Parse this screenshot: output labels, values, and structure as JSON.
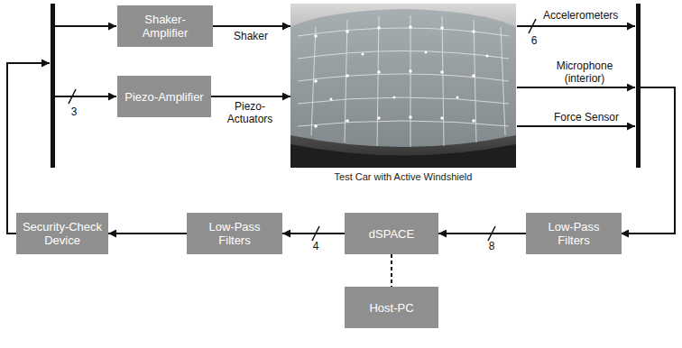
{
  "diagram": {
    "nodes": [
      {
        "text": [
          "Shaker-Amplifier"
        ]
      },
      {
        "text": [
          "Piezo-Amplifier"
        ]
      },
      {
        "text": [
          "Test Car with Active Windshield"
        ]
      },
      {
        "text": [
          "Security-Check Device"
        ]
      },
      {
        "text": [
          "Low-Pass Filters"
        ]
      },
      {
        "text": [
          "dSPACE"
        ]
      },
      {
        "text": [
          "Low-Pass Filters"
        ]
      },
      {
        "text": [
          "Host-PC"
        ]
      }
    ],
    "edges": [
      {
        "from": 0,
        "to": 2,
        "label": "Shaker",
        "arrow": "to"
      },
      {
        "from": 1,
        "to": 2,
        "label": "Piezo-Actuators",
        "arrow": "to"
      },
      {
        "from": 6,
        "to": 5,
        "label": "8",
        "arrow": "to"
      },
      {
        "from": 5,
        "to": 4,
        "label": "4",
        "arrow": "to"
      },
      {
        "from": 4,
        "to": 3,
        "arrow": "to"
      },
      {
        "from": 5,
        "to": 7,
        "arrow": "none"
      }
    ],
    "labels": [
      "Accelerometers",
      "6",
      "Microphone (interior)",
      "Force Sensor",
      "3"
    ]
  }
}
